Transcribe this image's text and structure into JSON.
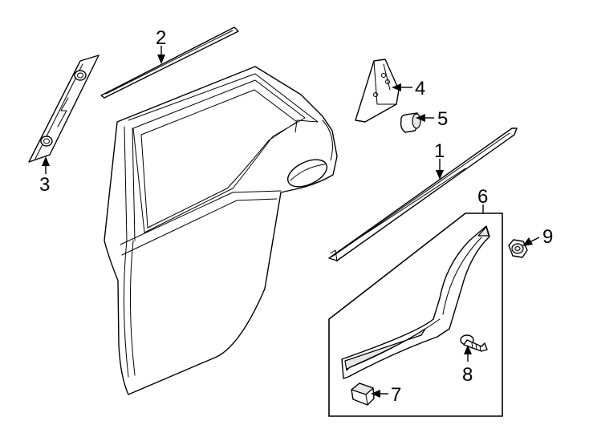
{
  "callouts": {
    "c1": "1",
    "c2": "2",
    "c3": "3",
    "c4": "4",
    "c5": "5",
    "c6": "6",
    "c7": "7",
    "c8": "8",
    "c9": "9"
  },
  "colors": {
    "line": "#000000",
    "fill": "#ffffff",
    "shade": "#e6e6e6"
  }
}
